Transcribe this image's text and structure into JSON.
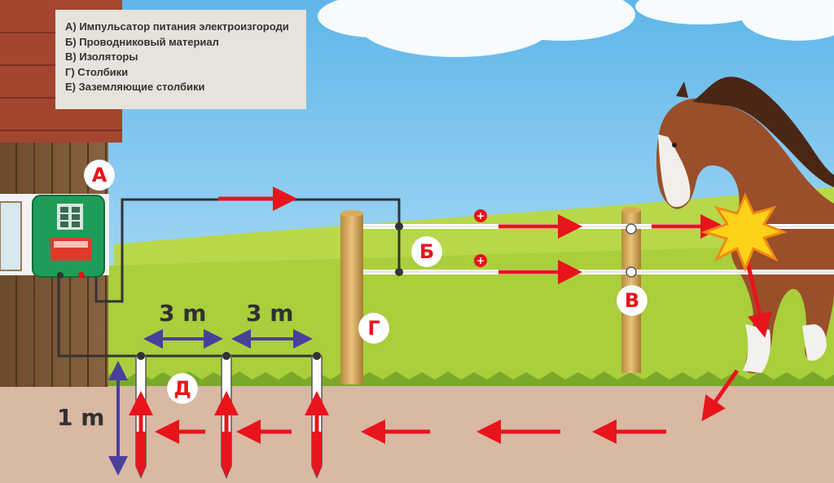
{
  "legend": {
    "items": [
      "А) Импульсатор питания электроизгороди",
      "Б) Проводниковый материал",
      "В) Изоляторы",
      "Г) Столбики",
      "Е) Заземляющие столбики"
    ]
  },
  "markers": {
    "energizer": "А",
    "conductor": "Б",
    "insulator": "В",
    "post": "Г",
    "ground_rod": "Д"
  },
  "dimensions": {
    "rod_spacing_1": "3 m",
    "rod_spacing_2": "3 m",
    "rod_depth": "1 m"
  },
  "colors": {
    "sky": "#8fcdf2",
    "grass": "#a9cf3c",
    "soil": "#d9b8a4",
    "current_arrow": "#e8141c",
    "dimension_arrow": "#4a3f9a",
    "wire": "#333333",
    "energizer_body": "#1e9c5a"
  }
}
